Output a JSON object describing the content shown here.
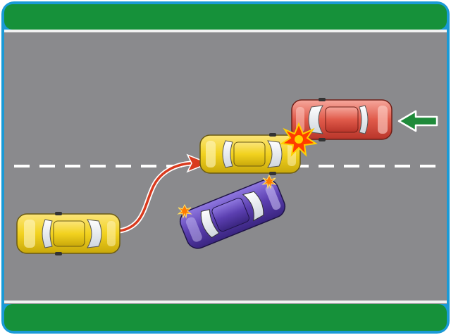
{
  "scene": {
    "frame_color": "#1a9ad6",
    "verge_color": "#16913a",
    "road_color": "#8a8a8d",
    "edge_line_color": "#f2f2f2",
    "lane_marking_color": "#ffffff",
    "lane_marking_style": "dashed",
    "overtake_path_color": "#d93a1e",
    "oncoming_arrow_color": "#1f8a3a",
    "impact_color": "#ff6a00",
    "vehicles": [
      {
        "name": "overtaking-car-start",
        "color": "#f2d21f",
        "heading": "right"
      },
      {
        "name": "overtaking-car-end",
        "color": "#f2d21f",
        "heading": "right"
      },
      {
        "name": "oncoming-car",
        "color": "#e05a4a",
        "heading": "left"
      },
      {
        "name": "overtaken-car",
        "color": "#5b3fb0",
        "heading": "right"
      }
    ]
  }
}
